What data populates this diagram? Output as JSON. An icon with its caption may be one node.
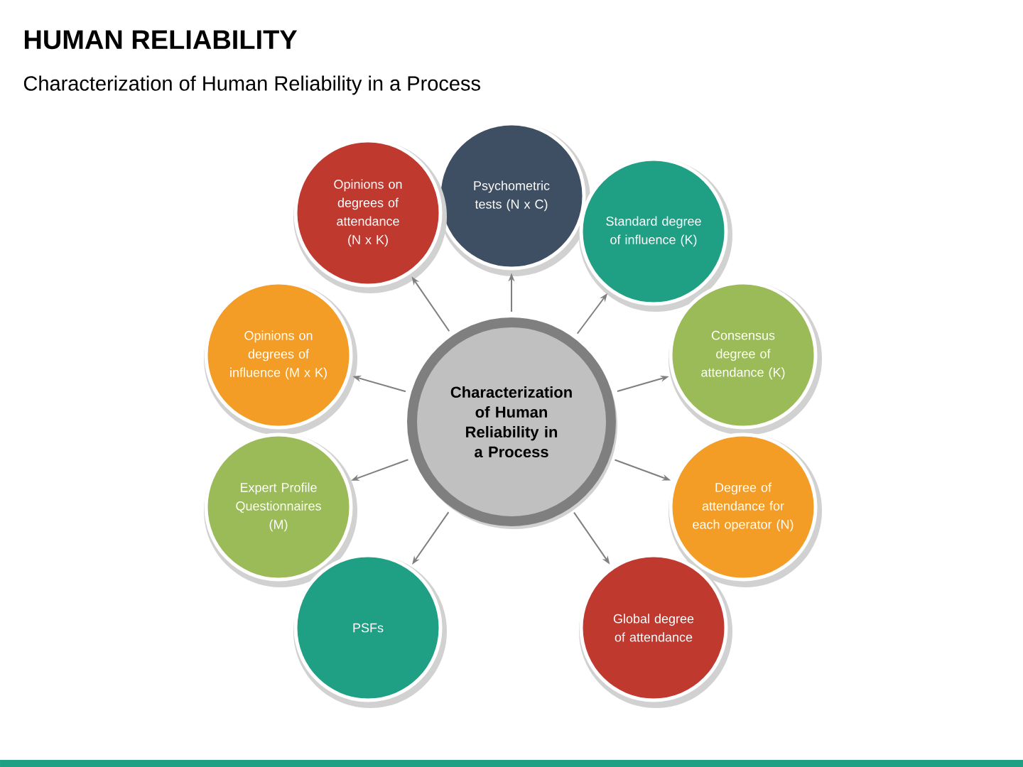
{
  "diagram": {
    "title": "HUMAN RELIABILITY",
    "nodes": [
      {
        "text": [
          "Characterization of Human Reliability in a Process"
        ]
      },
      {
        "text": [
          "Psychometric tests (N x C)"
        ]
      },
      {
        "text": [
          "Opinions on degrees of attendance (N x K)"
        ]
      },
      {
        "text": [
          "Standard degree of influence (K)"
        ]
      },
      {
        "text": [
          "Opinions on degrees of influence (M x K)"
        ]
      },
      {
        "text": [
          "Consensus degree of attendance (K)"
        ]
      },
      {
        "text": [
          "Expert Profile Questionnaires (M)"
        ]
      },
      {
        "text": [
          "Degree of attendance for each operator (N)"
        ]
      },
      {
        "text": [
          "PSFs"
        ]
      },
      {
        "text": [
          "Global degree of attendance"
        ]
      }
    ],
    "edges": [
      {
        "from": 0,
        "to": 1,
        "arrow": "to"
      },
      {
        "from": 0,
        "to": 2,
        "arrow": "to"
      },
      {
        "from": 0,
        "to": 3,
        "arrow": "to"
      },
      {
        "from": 0,
        "to": 4,
        "arrow": "to"
      },
      {
        "from": 0,
        "to": 5,
        "arrow": "to"
      },
      {
        "from": 0,
        "to": 6,
        "arrow": "to"
      },
      {
        "from": 0,
        "to": 7,
        "arrow": "to"
      },
      {
        "from": 0,
        "to": 8,
        "arrow": "to"
      },
      {
        "from": 0,
        "to": 9,
        "arrow": "to"
      }
    ],
    "labels": [
      "Characterization of Human Reliability in a Process"
    ]
  }
}
